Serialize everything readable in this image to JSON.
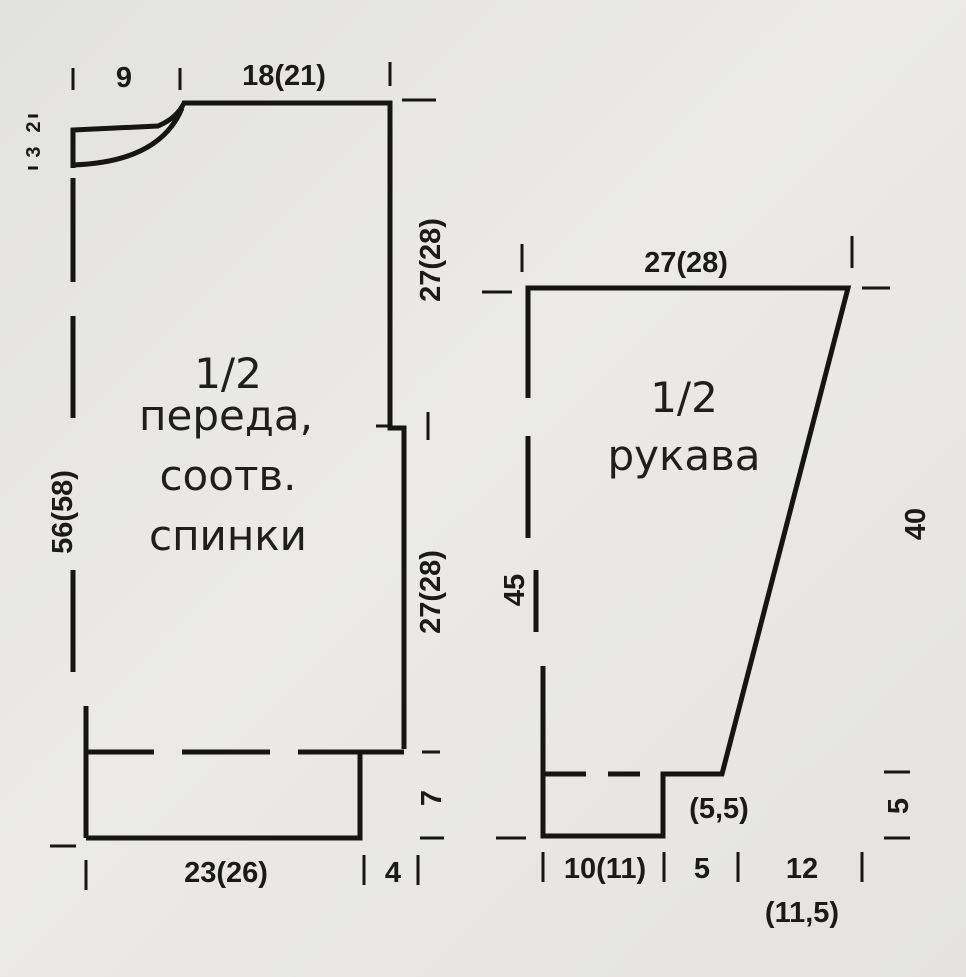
{
  "front_piece": {
    "fraction": "1/2",
    "label_lines": [
      "переда,",
      "соотв.",
      "спинки"
    ],
    "dimensions": {
      "neck_width": "9",
      "shoulder_width": "18(21)",
      "neck_depth_back": "2",
      "neck_depth_front": "3",
      "total_length": "56(58)",
      "armhole_height": "27(28)",
      "side_height": "27(28)",
      "rib_height": "7",
      "bottom_width": "23(26)",
      "side_step": "4"
    }
  },
  "sleeve_piece": {
    "fraction": "1/2",
    "label_lines": [
      "рукава"
    ],
    "dimensions": {
      "top_width": "27(28)",
      "length": "45",
      "slant_height": "40",
      "cuff_height": "5",
      "cuff_height_alt": "(5,5)",
      "cuff_width": "10(11)",
      "step_width": "5",
      "slant_width": "12",
      "slant_width_alt": "(11,5)"
    }
  }
}
